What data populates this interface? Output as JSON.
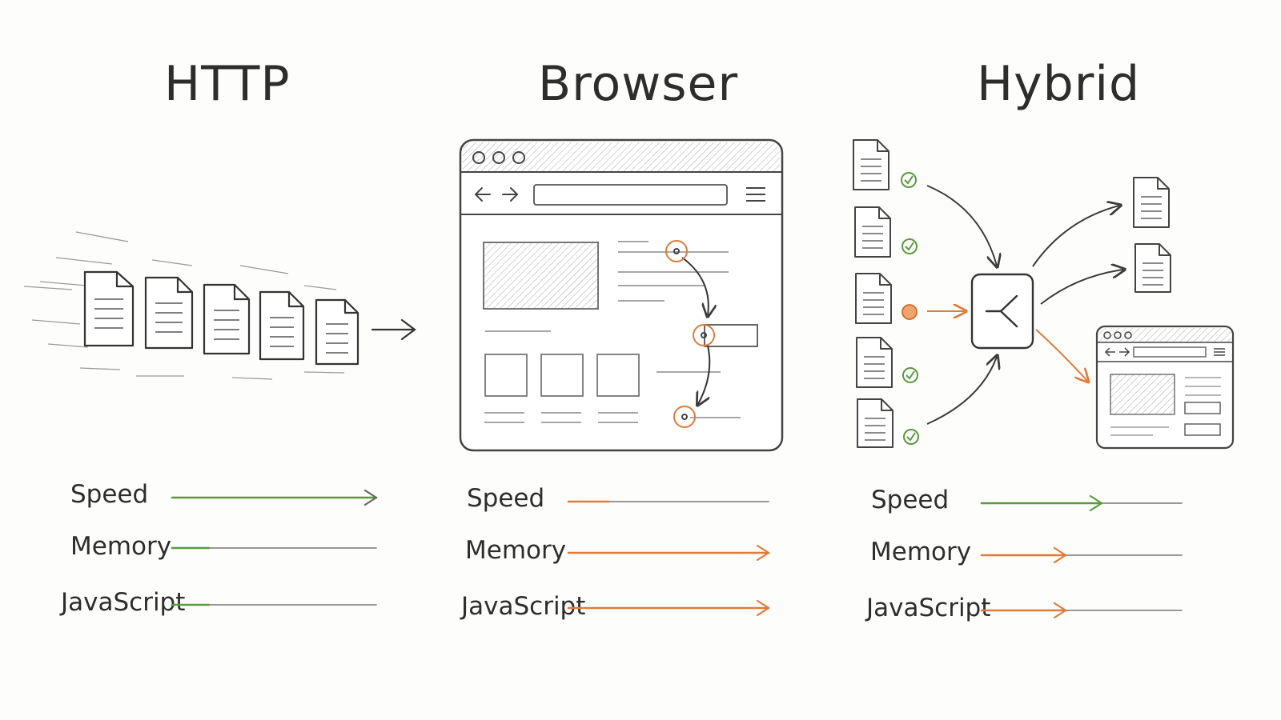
{
  "columns": [
    {
      "title": "HTTP",
      "metrics": [
        {
          "label": "Speed",
          "level": 1.0,
          "color": "#5a9a3e"
        },
        {
          "label": "Memory",
          "level": 0.18,
          "color": "#5a9a3e"
        },
        {
          "label": "JavaScript",
          "level": 0.18,
          "color": "#5a9a3e"
        }
      ]
    },
    {
      "title": "Browser",
      "metrics": [
        {
          "label": "Speed",
          "level": 0.2,
          "color": "#e07b3a"
        },
        {
          "label": "Memory",
          "level": 1.0,
          "color": "#e07b3a"
        },
        {
          "label": "JavaScript",
          "level": 1.0,
          "color": "#e07b3a"
        }
      ]
    },
    {
      "title": "Hybrid",
      "metrics": [
        {
          "label": "Speed",
          "level": 0.6,
          "color": "#5a9a3e"
        },
        {
          "label": "Memory",
          "level": 0.42,
          "color": "#e07b3a"
        },
        {
          "label": "JavaScript",
          "level": 0.42,
          "color": "#e07b3a"
        }
      ]
    }
  ],
  "colors": {
    "ink": "#3a3a3a",
    "green": "#5a9a3e",
    "orange": "#e07b3a",
    "track": "#8a8a8a"
  },
  "icons": [
    "document-icon",
    "arrow-icon",
    "browser-window-icon",
    "check-icon",
    "router-icon"
  ]
}
